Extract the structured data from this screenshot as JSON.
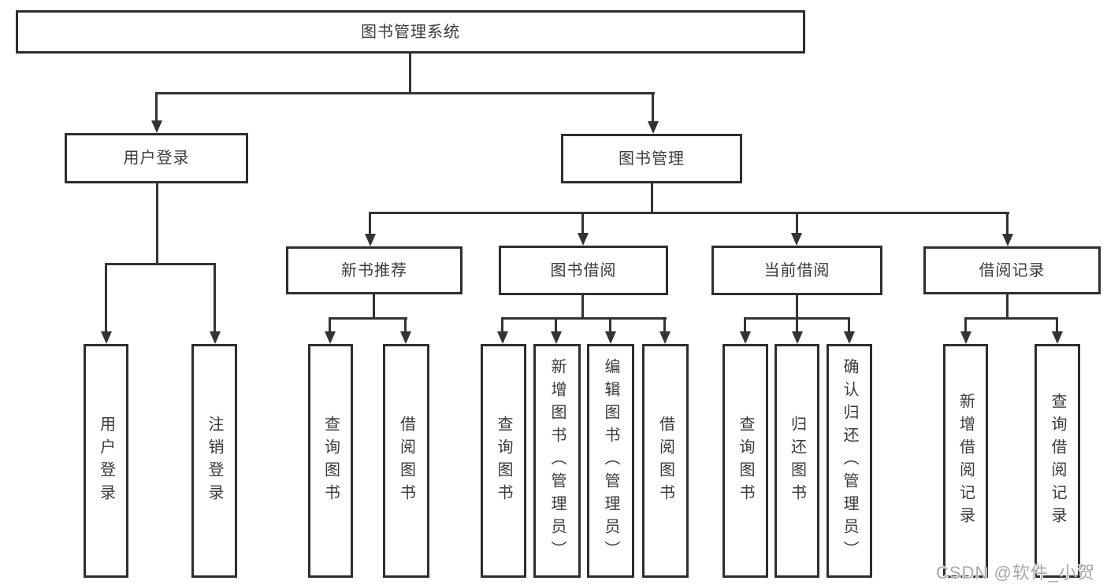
{
  "diagram_title": "图书管理系统",
  "tree": {
    "label": "图书管理系统",
    "children": [
      {
        "label": "用户登录",
        "children": [
          {
            "label": "用户登录"
          },
          {
            "label": "注销登录"
          }
        ]
      },
      {
        "label": "图书管理",
        "children": [
          {
            "label": "新书推荐",
            "children": [
              {
                "label": "查询图书"
              },
              {
                "label": "借阅图书"
              }
            ]
          },
          {
            "label": "图书借阅",
            "children": [
              {
                "label": "查询图书"
              },
              {
                "label": "新增图书（管理员）"
              },
              {
                "label": "编辑图书（管理员）"
              },
              {
                "label": "借阅图书"
              }
            ]
          },
          {
            "label": "当前借阅",
            "children": [
              {
                "label": "查询图书"
              },
              {
                "label": "归还图书"
              },
              {
                "label": "确认归还（管理员）"
              }
            ]
          },
          {
            "label": "借阅记录",
            "children": [
              {
                "label": "新增借阅记录"
              },
              {
                "label": "查询借阅记录"
              }
            ]
          }
        ]
      }
    ]
  },
  "watermark": {
    "text": "CSDN @软件_小贺同学"
  },
  "colors": {
    "background": "#ffffff",
    "box_border": "#2e2e2e",
    "line": "#333333",
    "text": "#3b3b3b",
    "watermark": "#a8a8a8"
  }
}
